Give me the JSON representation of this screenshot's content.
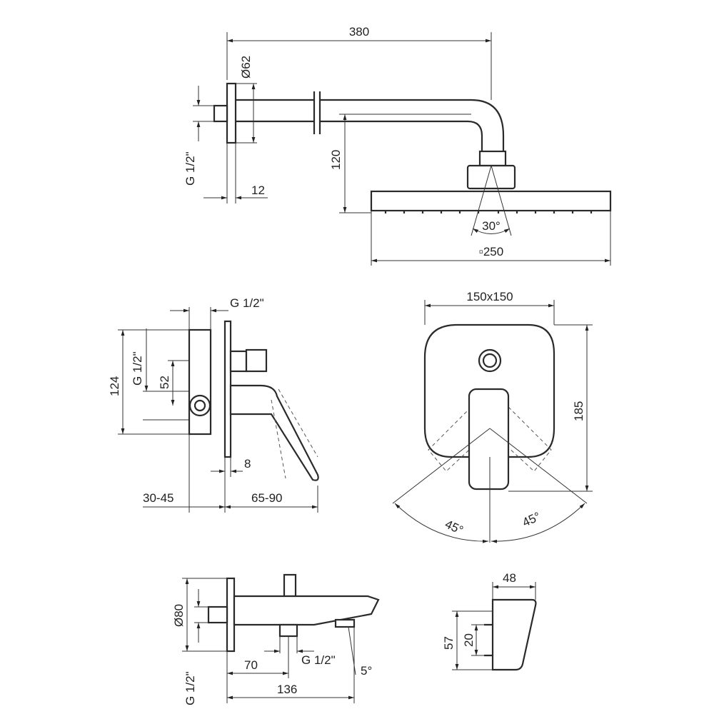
{
  "title": "Concealed shower/bath mixer set – dimension drawing",
  "shower_arm": {
    "length": "380",
    "flange_diameter": "Ø62",
    "thread": "G 1/2\"",
    "wall_gap": "12",
    "drop": "120",
    "spray_angle": "30°",
    "head_size": "▫250"
  },
  "mixer_side": {
    "thread_top": "G 1/2\"",
    "height": "124",
    "thread_side": "G 1/2\"",
    "spacing": "52",
    "plate": "8",
    "depth_wall": "30-45",
    "depth_out": "65-90"
  },
  "mixer_front": {
    "plate_size": "150x150",
    "height": "185",
    "angle_left": "45°",
    "angle_right": "45°"
  },
  "spout_side": {
    "flange_diameter": "Ø80",
    "thread_wall": "G 1/2\"",
    "outlet_offset": "70",
    "thread_outlet": "G 1/2\"",
    "tilt": "5°",
    "length": "136"
  },
  "spout_front": {
    "width": "48",
    "height": "57",
    "hole_spacing": "20"
  },
  "colors": {
    "line": "#2a2a2a",
    "background": "#ffffff"
  }
}
